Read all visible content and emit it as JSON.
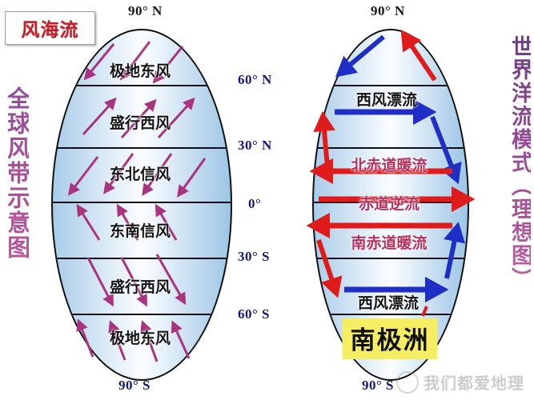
{
  "title_box": {
    "label": "风海流"
  },
  "left_caption": {
    "label": "全球风带示意图"
  },
  "right_caption": {
    "label": "世界洋流模式（理想图）"
  },
  "latitudes": {
    "top_left": "90° N",
    "top_right": "90° N",
    "bottom_left": "90° S",
    "bottom_right": "90° S",
    "middle": [
      {
        "label": "60° N"
      },
      {
        "label": "30° N"
      },
      {
        "label": "0°"
      },
      {
        "label": "30° S"
      },
      {
        "label": "60° S"
      }
    ]
  },
  "wind_diagram": {
    "name": "全球风带示意图",
    "bands": [
      {
        "label": "极地东风",
        "hemisphere": "N",
        "arrow_dir": "down-left",
        "arrow_color": "#a8337e"
      },
      {
        "label": "盛行西风",
        "hemisphere": "N",
        "arrow_dir": "up-right",
        "arrow_color": "#a8337e"
      },
      {
        "label": "东北信风",
        "hemisphere": "N",
        "arrow_dir": "down-left",
        "arrow_color": "#a8337e"
      },
      {
        "label": "东南信风",
        "hemisphere": "S",
        "arrow_dir": "up-left",
        "arrow_color": "#a8337e"
      },
      {
        "label": "盛行西风",
        "hemisphere": "S",
        "arrow_dir": "down-right",
        "arrow_color": "#a8337e"
      },
      {
        "label": "极地东风",
        "hemisphere": "S",
        "arrow_dir": "up-left",
        "arrow_color": "#a8337e"
      }
    ]
  },
  "current_diagram": {
    "name": "世界洋流模式（理想图）",
    "labels": [
      {
        "label": "西风漂流",
        "hemisphere": "N",
        "color": "#1a1a1a"
      },
      {
        "label": "北赤道暖流",
        "hemisphere": "N",
        "color": "#b8325e"
      },
      {
        "label": "赤道逆流",
        "hemisphere": "EQ",
        "color": "#b8325e"
      },
      {
        "label": "南赤道暖流",
        "hemisphere": "S",
        "color": "#b8325e"
      },
      {
        "label": "西风漂流",
        "hemisphere": "S",
        "color": "#1a1a1a"
      }
    ],
    "antarctica": "南极洲",
    "colors": {
      "warm_current": "#e01b1b",
      "cold_current": "#1f2ec4",
      "land_highlight": "#f6ee62"
    }
  },
  "watermark": {
    "text": "我们都爱地理",
    "logo": "circle-logo-icon"
  },
  "palette": {
    "title_red": "#c0202a",
    "caption_purple": "#9b4b95",
    "latitude_navy": "#16177c",
    "globe_blue": "#a8cdea",
    "wind_arrow": "#a8337e",
    "warm_red": "#e01b1b",
    "cold_blue": "#1f2ec4",
    "highlight_yellow": "#f6ee62"
  }
}
